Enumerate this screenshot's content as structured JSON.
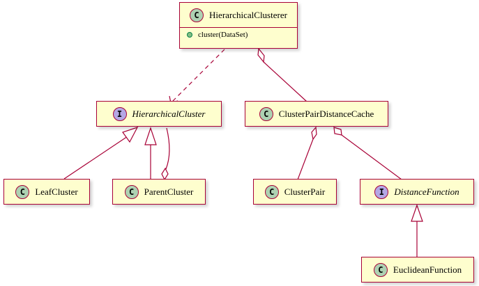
{
  "colors": {
    "box_fill": "#fefece",
    "box_border": "#a80036",
    "class_badge": "#add1b2",
    "interface_badge": "#b4a7e5",
    "public_method_dot": "#84be84",
    "edge": "#a80036"
  },
  "nodes": {
    "hierarchical_clusterer": {
      "badge": "C",
      "name": "HierarchicalClusterer",
      "kind": "class",
      "member": "cluster(DataSet)"
    },
    "hierarchical_cluster": {
      "badge": "I",
      "name": "HierarchicalCluster",
      "kind": "interface"
    },
    "cluster_pair_distance_cache": {
      "badge": "C",
      "name": "ClusterPairDistanceCache",
      "kind": "class"
    },
    "leaf_cluster": {
      "badge": "C",
      "name": "LeafCluster",
      "kind": "class"
    },
    "parent_cluster": {
      "badge": "C",
      "name": "ParentCluster",
      "kind": "class"
    },
    "cluster_pair": {
      "badge": "C",
      "name": "ClusterPair",
      "kind": "class"
    },
    "distance_function": {
      "badge": "I",
      "name": "DistanceFunction",
      "kind": "interface"
    },
    "euclidean_function": {
      "badge": "C",
      "name": "EuclideanFunction",
      "kind": "class"
    }
  },
  "edges": [
    {
      "from": "hierarchical_clusterer",
      "to": "hierarchical_cluster",
      "type": "dependency"
    },
    {
      "from": "hierarchical_clusterer",
      "to": "cluster_pair_distance_cache",
      "type": "aggregation"
    },
    {
      "from": "leaf_cluster",
      "to": "hierarchical_cluster",
      "type": "realization"
    },
    {
      "from": "parent_cluster",
      "to": "hierarchical_cluster",
      "type": "realization"
    },
    {
      "from": "parent_cluster",
      "to": "hierarchical_cluster",
      "type": "aggregation"
    },
    {
      "from": "cluster_pair_distance_cache",
      "to": "cluster_pair",
      "type": "aggregation"
    },
    {
      "from": "cluster_pair_distance_cache",
      "to": "distance_function",
      "type": "aggregation"
    },
    {
      "from": "euclidean_function",
      "to": "distance_function",
      "type": "realization"
    }
  ]
}
